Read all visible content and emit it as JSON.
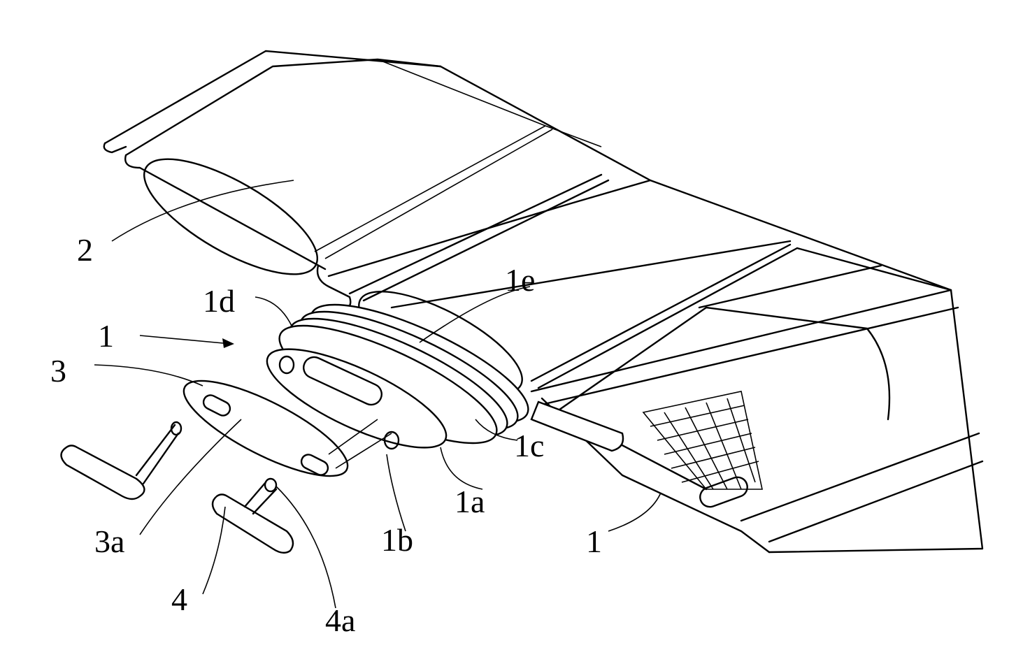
{
  "figure": {
    "labels": {
      "slat_2": "2",
      "part_1d": "1d",
      "part_1e": "1e",
      "part_1_arrow": "1",
      "part_3": "3",
      "part_1c": "1c",
      "part_1a": "1a",
      "part_1b": "1b",
      "part_3a": "3a",
      "part_4": "4",
      "part_4a": "4a",
      "slat_1": "1"
    }
  }
}
